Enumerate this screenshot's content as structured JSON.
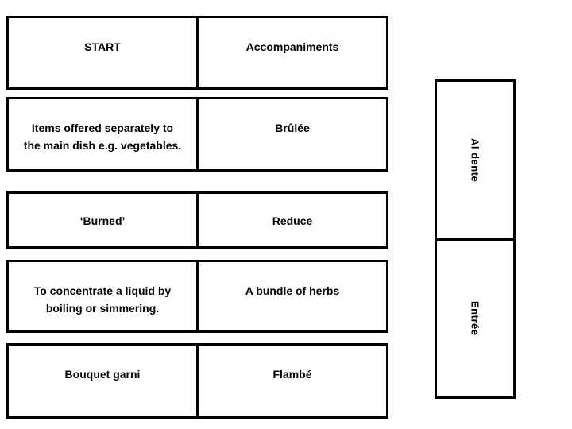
{
  "cards": {
    "rows": [
      {
        "left": "START",
        "right": "Accompaniments"
      },
      {
        "left": "Items offered separately to\nthe main dish e.g. vegetables.",
        "right": "Brûlée"
      },
      {
        "left": "‘Burned’",
        "right": "Reduce"
      },
      {
        "left": "To concentrate a liquid by\nboiling or simmering.",
        "right": "A bundle of herbs"
      },
      {
        "left": "Bouquet garni",
        "right": "Flambé"
      }
    ],
    "side_labels": [
      {
        "label": "Al dente"
      },
      {
        "label": "Entrée"
      }
    ]
  },
  "colors": {
    "background": "#ffffff",
    "border": "#000000",
    "text": "#000000"
  }
}
